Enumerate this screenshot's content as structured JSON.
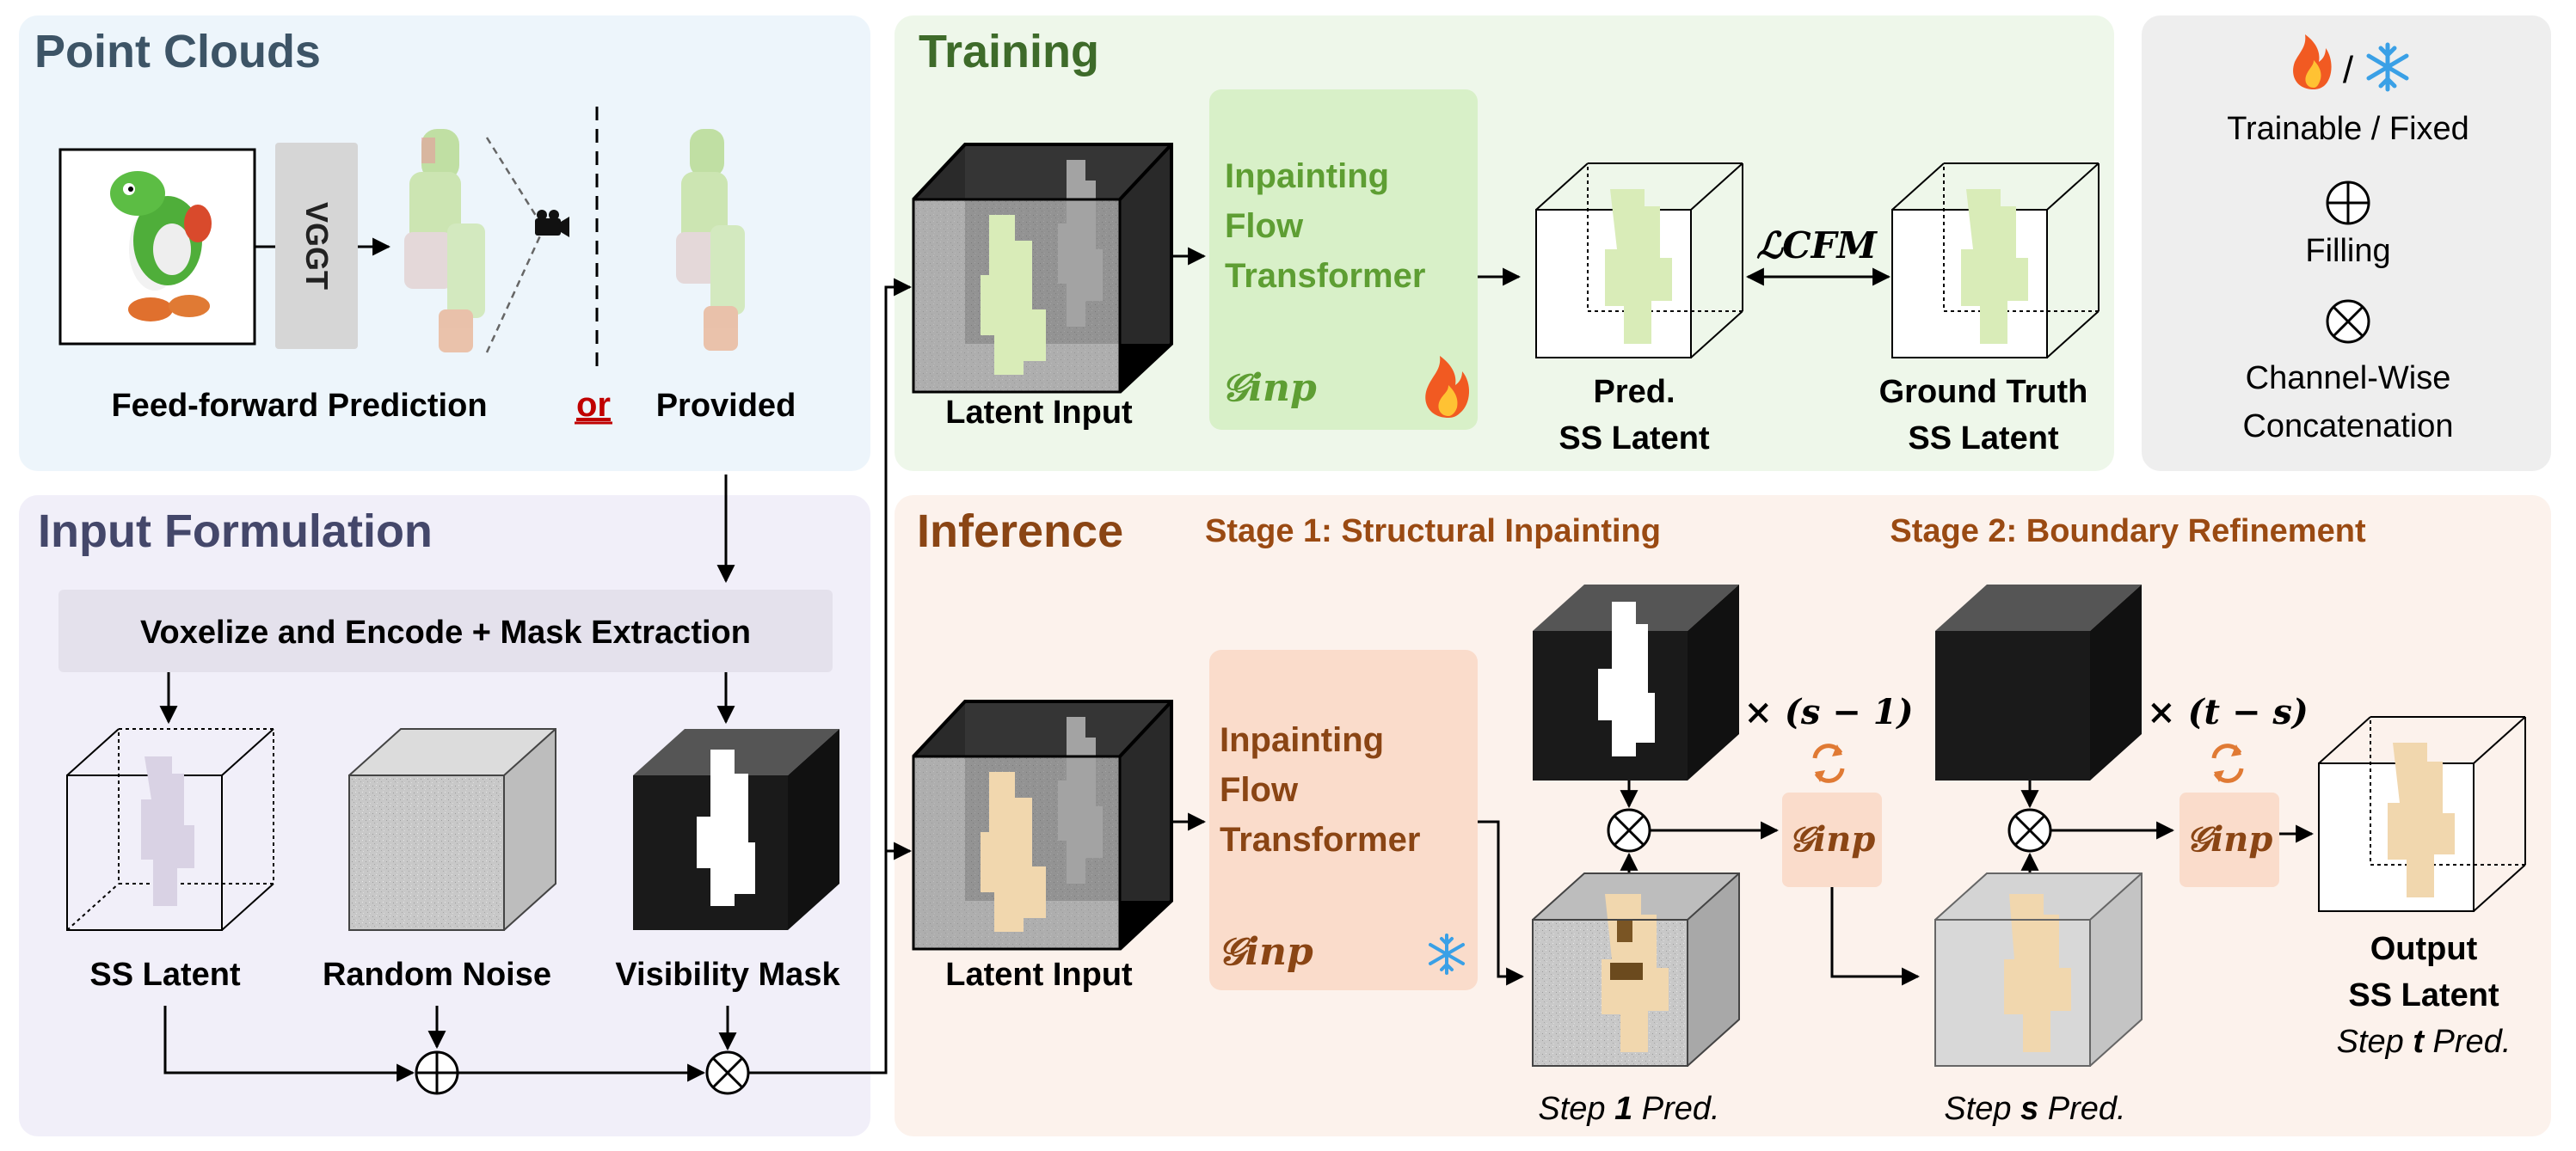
{
  "panels": {
    "point_clouds": "Point Clouds",
    "training": "Training",
    "input_formulation": "Input Formulation",
    "inference": "Inference"
  },
  "point_clouds": {
    "vggt_label": "VGGT",
    "feed_forward": "Feed-forward Prediction",
    "or": "or",
    "provided": "Provided"
  },
  "legend": {
    "slash": "/",
    "trainable_fixed": "Trainable / Fixed",
    "filling": "Filling",
    "concat_line1": "Channel-Wise",
    "concat_line2": "Concatenation"
  },
  "training": {
    "latent_input": "Latent Input",
    "transformer_line1": "Inpainting",
    "transformer_line2": "Flow",
    "transformer_line3": "Transformer",
    "g_inp": "𝒢inp",
    "pred_line1": "Pred.",
    "pred_line2": "SS Latent",
    "loss": "ℒCFM",
    "gt_line1": "Ground Truth",
    "gt_line2": "SS Latent"
  },
  "input_formulation": {
    "voxelize": "Voxelize and Encode + Mask Extraction",
    "ss_latent": "SS Latent",
    "random_noise": "Random Noise",
    "visibility_mask": "Visibility Mask"
  },
  "inference": {
    "stage1": "Stage 1: Structural Inpainting",
    "stage2": "Stage 2: Boundary Refinement",
    "latent_input": "Latent Input",
    "transformer_line1": "Inpainting",
    "transformer_line2": "Flow",
    "transformer_line3": "Transformer",
    "g_inp": "𝒢inp",
    "times_s1": "× (s − 1)",
    "times_ts": "× (t − s)",
    "step1_prefix": "Step ",
    "step1_bold": "1",
    "step_suffix": " Pred.",
    "steps_prefix": "Step ",
    "steps_bold": "s",
    "output_line1": "Output",
    "output_line2": "SS Latent",
    "stept_prefix": "Step ",
    "stept_bold": "t"
  },
  "colors": {
    "point_panel": "#edf5fb",
    "training_panel": "#eef7ea",
    "input_panel": "#f1eff9",
    "inference_panel": "#fcf2ec",
    "legend_panel": "#eeeeee",
    "training_title": "#3e6b2a",
    "training_text": "#5e9e33",
    "inference_title": "#8a4514",
    "stage_text": "#9a4a12",
    "point_title": "#3d5466",
    "input_title": "#44476a",
    "or_red": "#c00000"
  }
}
